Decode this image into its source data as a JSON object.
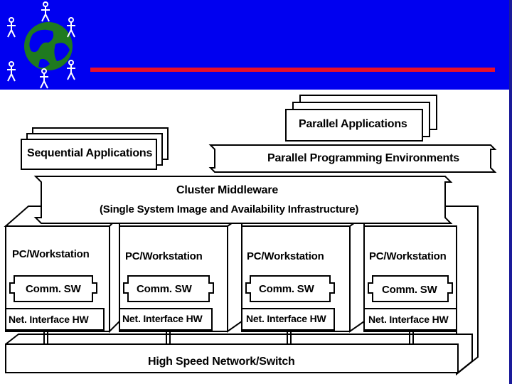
{
  "colors": {
    "banner": "#0000f0",
    "accent_line": "#e8102a",
    "logo_globe": "#1f7a1f",
    "logo_figures": "#ffffff"
  },
  "icons": {
    "logo": "globe-with-people-icon"
  },
  "diagram": {
    "parallel_applications": "Parallel Applications",
    "sequential_applications": "Sequential Applications",
    "parallel_programming_environments": "Parallel Programming Environments",
    "middleware_title": "Cluster Middleware",
    "middleware_subtitle": "(Single System Image and Availability Infrastructure)",
    "nodes": [
      {
        "workstation": "PC/Workstation",
        "comm": "Comm. SW",
        "nic": "Net. Interface HW"
      },
      {
        "workstation": "PC/Workstation",
        "comm": "Comm. SW",
        "nic": "Net. Interface HW"
      },
      {
        "workstation": "PC/Workstation",
        "comm": "Comm. SW",
        "nic": "Net. Interface HW"
      },
      {
        "workstation": "PC/Workstation",
        "comm": "Comm. SW",
        "nic": "Net. Interface HW"
      }
    ],
    "network": "High Speed Network/Switch"
  }
}
